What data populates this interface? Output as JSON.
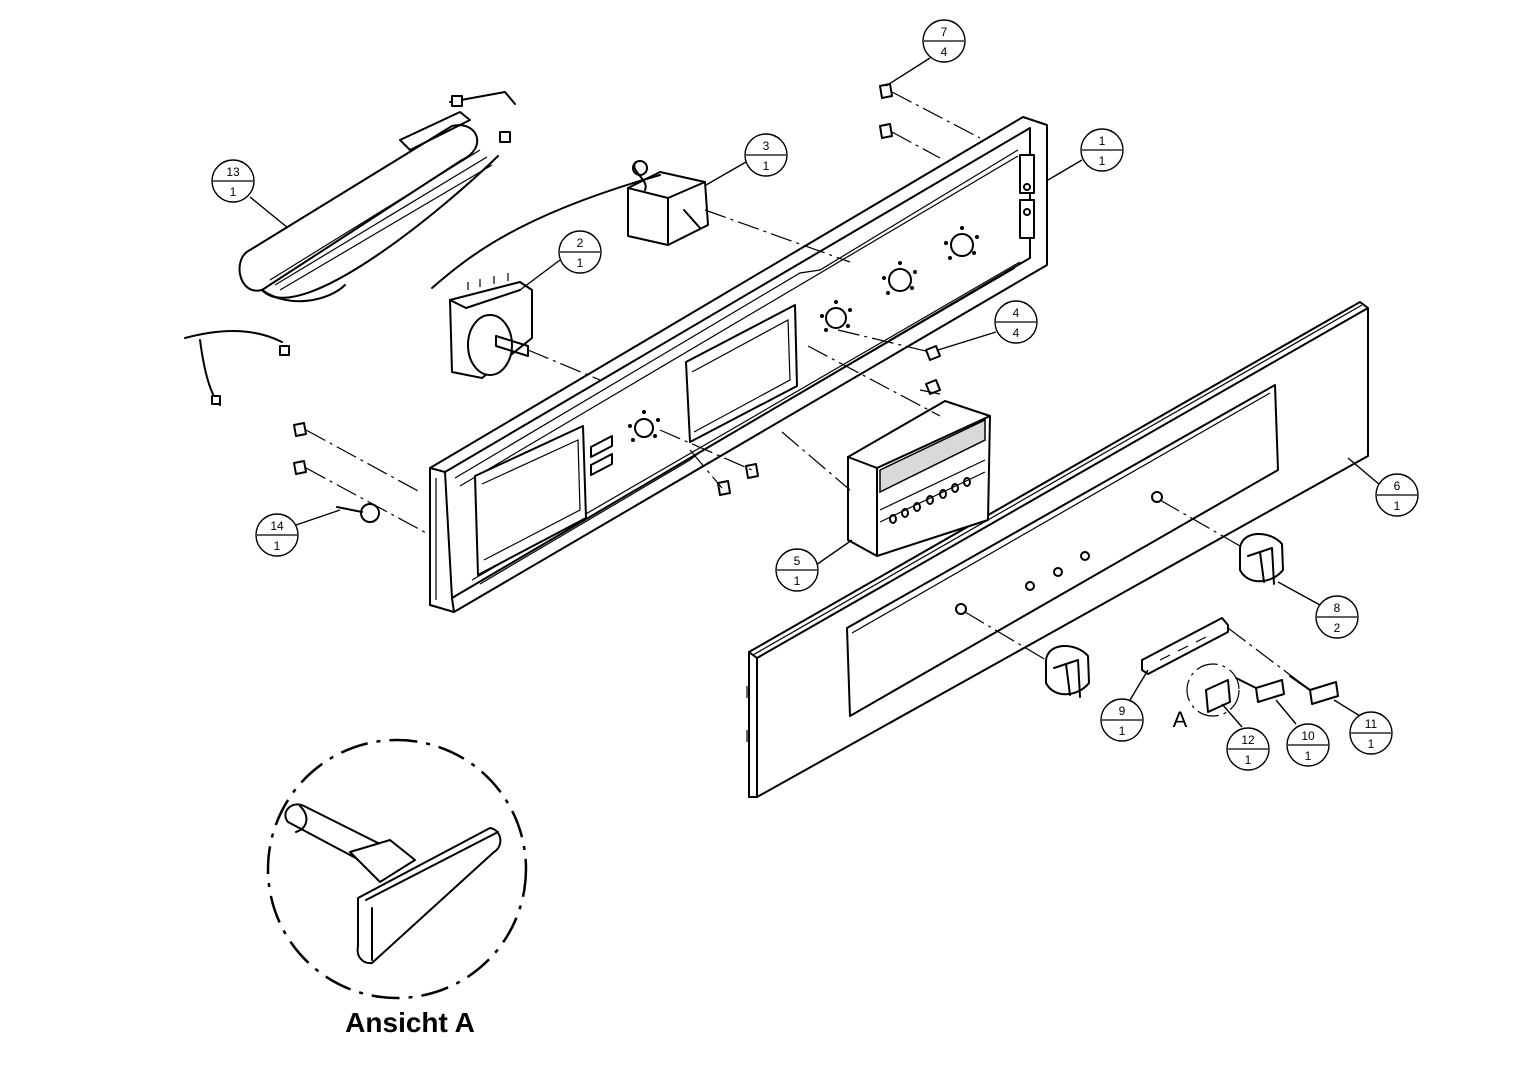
{
  "callouts": [
    {
      "id": "callout-1",
      "part": "1",
      "qty": "1"
    },
    {
      "id": "callout-2",
      "part": "2",
      "qty": "1"
    },
    {
      "id": "callout-3",
      "part": "3",
      "qty": "1"
    },
    {
      "id": "callout-4",
      "part": "4",
      "qty": "4"
    },
    {
      "id": "callout-5",
      "part": "5",
      "qty": "1"
    },
    {
      "id": "callout-6",
      "part": "6",
      "qty": "1"
    },
    {
      "id": "callout-7",
      "part": "7",
      "qty": "4"
    },
    {
      "id": "callout-8",
      "part": "8",
      "qty": "2"
    },
    {
      "id": "callout-9",
      "part": "9",
      "qty": "1"
    },
    {
      "id": "callout-10",
      "part": "10",
      "qty": "1"
    },
    {
      "id": "callout-11",
      "part": "11",
      "qty": "1"
    },
    {
      "id": "callout-12",
      "part": "12",
      "qty": "1"
    },
    {
      "id": "callout-13",
      "part": "13",
      "qty": "1"
    },
    {
      "id": "callout-14",
      "part": "14",
      "qty": "1"
    }
  ],
  "detail_view": {
    "title": "Ansicht A",
    "marker": "A"
  }
}
